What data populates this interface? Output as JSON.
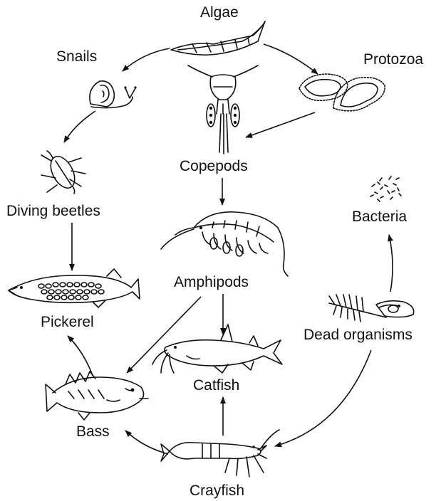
{
  "organisms": {
    "algae": "Algae",
    "snails": "Snails",
    "protozoa": "Protozoa",
    "copepods": "Copepods",
    "diving_beetles": "Diving beetles",
    "bacteria": "Bacteria",
    "amphipods": "Amphipods",
    "pickerel": "Pickerel",
    "dead_organisms": "Dead organisms",
    "catfish": "Catfish",
    "bass": "Bass",
    "crayfish": "Crayfish"
  },
  "arrows": [
    {
      "from": "Algae",
      "to": "Snails"
    },
    {
      "from": "Algae",
      "to": "Protozoa"
    },
    {
      "from": "Protozoa",
      "to": "Copepods"
    },
    {
      "from": "Snails",
      "to": "Diving beetles"
    },
    {
      "from": "Copepods",
      "to": "Amphipods"
    },
    {
      "from": "Diving beetles",
      "to": "Pickerel"
    },
    {
      "from": "Amphipods",
      "to": "Catfish"
    },
    {
      "from": "Amphipods",
      "to": "Bass"
    },
    {
      "from": "Bass",
      "to": "Pickerel"
    },
    {
      "from": "Crayfish",
      "to": "Bass"
    },
    {
      "from": "Crayfish",
      "to": "Catfish"
    },
    {
      "from": "Dead organisms",
      "to": "Crayfish"
    },
    {
      "from": "Dead organisms",
      "to": "Bacteria"
    }
  ],
  "colors": {
    "ink": "#111111",
    "background": "#ffffff"
  }
}
